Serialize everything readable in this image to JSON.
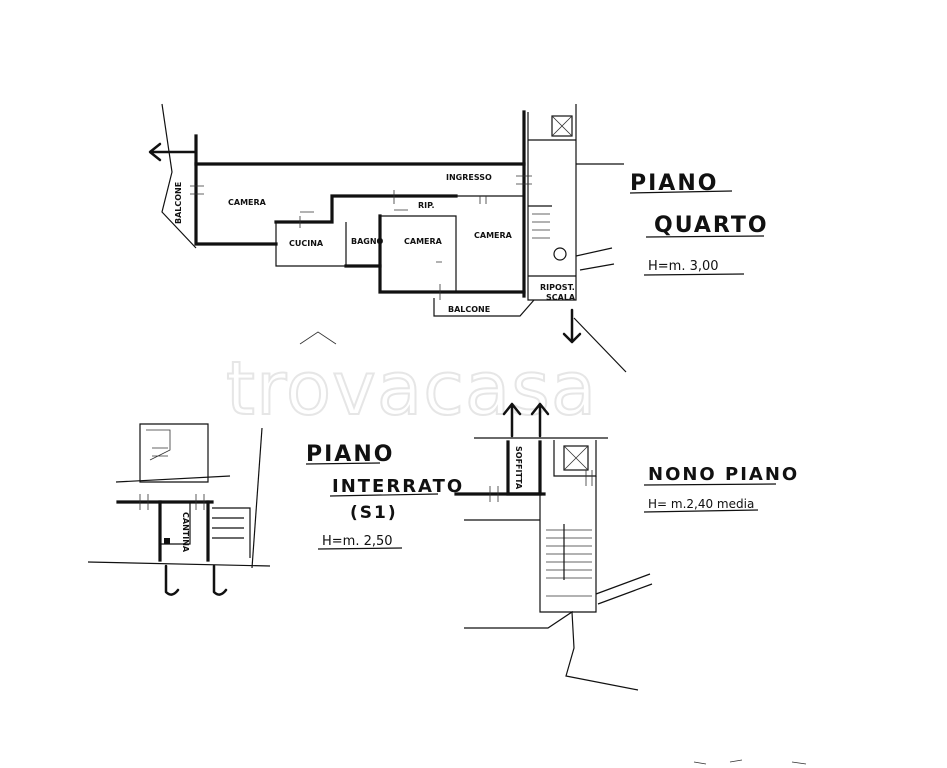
{
  "watermark": "trovacasa",
  "piano_quarto": {
    "title_line1": "PIANO",
    "title_line2": "QUARTO",
    "height": "H=m. 3,00",
    "rooms": {
      "balcone_left": "BALCONE",
      "camera_left": "CAMERA",
      "cucina": "CUCINA",
      "bagno": "BAGNO",
      "rip": "RIP.",
      "camera_mid": "CAMERA",
      "ingresso": "INGRESSO",
      "camera_right": "CAMERA",
      "ripost_line1": "RIPOST.",
      "ripost_line2": "SCALA",
      "balcone_bottom": "BALCONE"
    }
  },
  "piano_interrato": {
    "title_line1": "PIANO",
    "title_line2": "INTERRATO",
    "code": "(S1)",
    "height": "H=m. 2,50",
    "rooms": {
      "cantina": "CANTINA"
    }
  },
  "nono_piano": {
    "title": "NONO PIANO",
    "height": "H= m.2,40 media",
    "rooms": {
      "soffitta": "SOFFITTA"
    }
  }
}
